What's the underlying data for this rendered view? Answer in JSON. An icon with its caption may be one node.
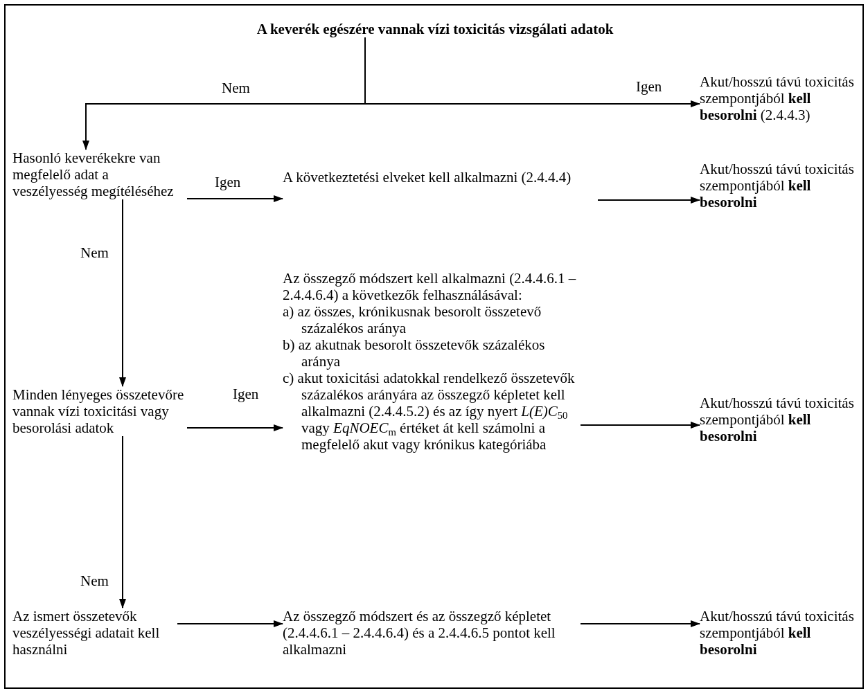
{
  "diagram": {
    "nodes": [
      {
        "text": [
          "A keverék egészére vannak vízi toxicitás vizsgálati adatok"
        ]
      },
      {
        "text": [
          "Akut/hosszú távú toxicitás szempontjából **kell besorolni** (2.4.4.3)"
        ]
      },
      {
        "text": [
          "Hasonló keverékekre van megfelelő adat a veszélyesség megítéléséhez"
        ]
      },
      {
        "text": [
          "A következtetési elveket kell alkalmazni (2.4.4.4)"
        ]
      },
      {
        "text": [
          "Akut/hosszú távú toxicitás szempontjából **kell besorolni**"
        ]
      },
      {
        "text": [
          "Minden lényeges összetevőre vannak vízi toxicitási vagy besorolási adatok"
        ]
      },
      {
        "text": [
          "Az összegző módszert kell alkalmazni (2.4.4.6.1 – 2.4.4.6.4) a következők felhasználásával:",
          "a) az összes, krónikusnak besorolt összetevő százalékos aránya",
          "b) az akutnak besorolt összetevők százalékos aránya",
          "c) akut toxicitási adatokkal rendelkező összetevők százalékos arányára az összegző képletet kell alkalmazni (2.4.4.5.2) és az így nyert *L(E)C*$_{50}$ vagy *EqNOEC*$_{m}$ értéket át kell számolni a megfelelő akut vagy krónikus kategóriába"
        ]
      },
      {
        "text": [
          "Akut/hosszú távú toxicitás szempontjából **kell besorolni**"
        ]
      },
      {
        "text": [
          "Az ismert összetevők veszélyességi adatait kell használni"
        ]
      },
      {
        "text": [
          "Az összegző módszert és az összegző képletet (2.4.4.6.1 – 2.4.4.6.4) és a 2.4.4.6.5 pontot kell alkalmazni"
        ]
      },
      {
        "text": [
          "Akut/hosszú távú toxicitás szempontjából **kell besorolni**"
        ]
      }
    ],
    "edges": [
      {
        "from": 0,
        "to": 1,
        "arrow": "to",
        "label": "Igen"
      },
      {
        "from": 0,
        "to": 2,
        "arrow": "to",
        "label": "Nem"
      },
      {
        "from": 2,
        "to": 3,
        "arrow": "to",
        "label": "Igen"
      },
      {
        "from": 3,
        "to": 4,
        "arrow": "to"
      },
      {
        "from": 2,
        "to": 5,
        "arrow": "to",
        "label": "Nem"
      },
      {
        "from": 5,
        "to": 6,
        "arrow": "to",
        "label": "Igen"
      },
      {
        "from": 6,
        "to": 7,
        "arrow": "to"
      },
      {
        "from": 5,
        "to": 8,
        "arrow": "to",
        "label": "Nem"
      },
      {
        "from": 8,
        "to": 9,
        "arrow": "to"
      },
      {
        "from": 9,
        "to": 10,
        "arrow": "to"
      }
    ]
  }
}
